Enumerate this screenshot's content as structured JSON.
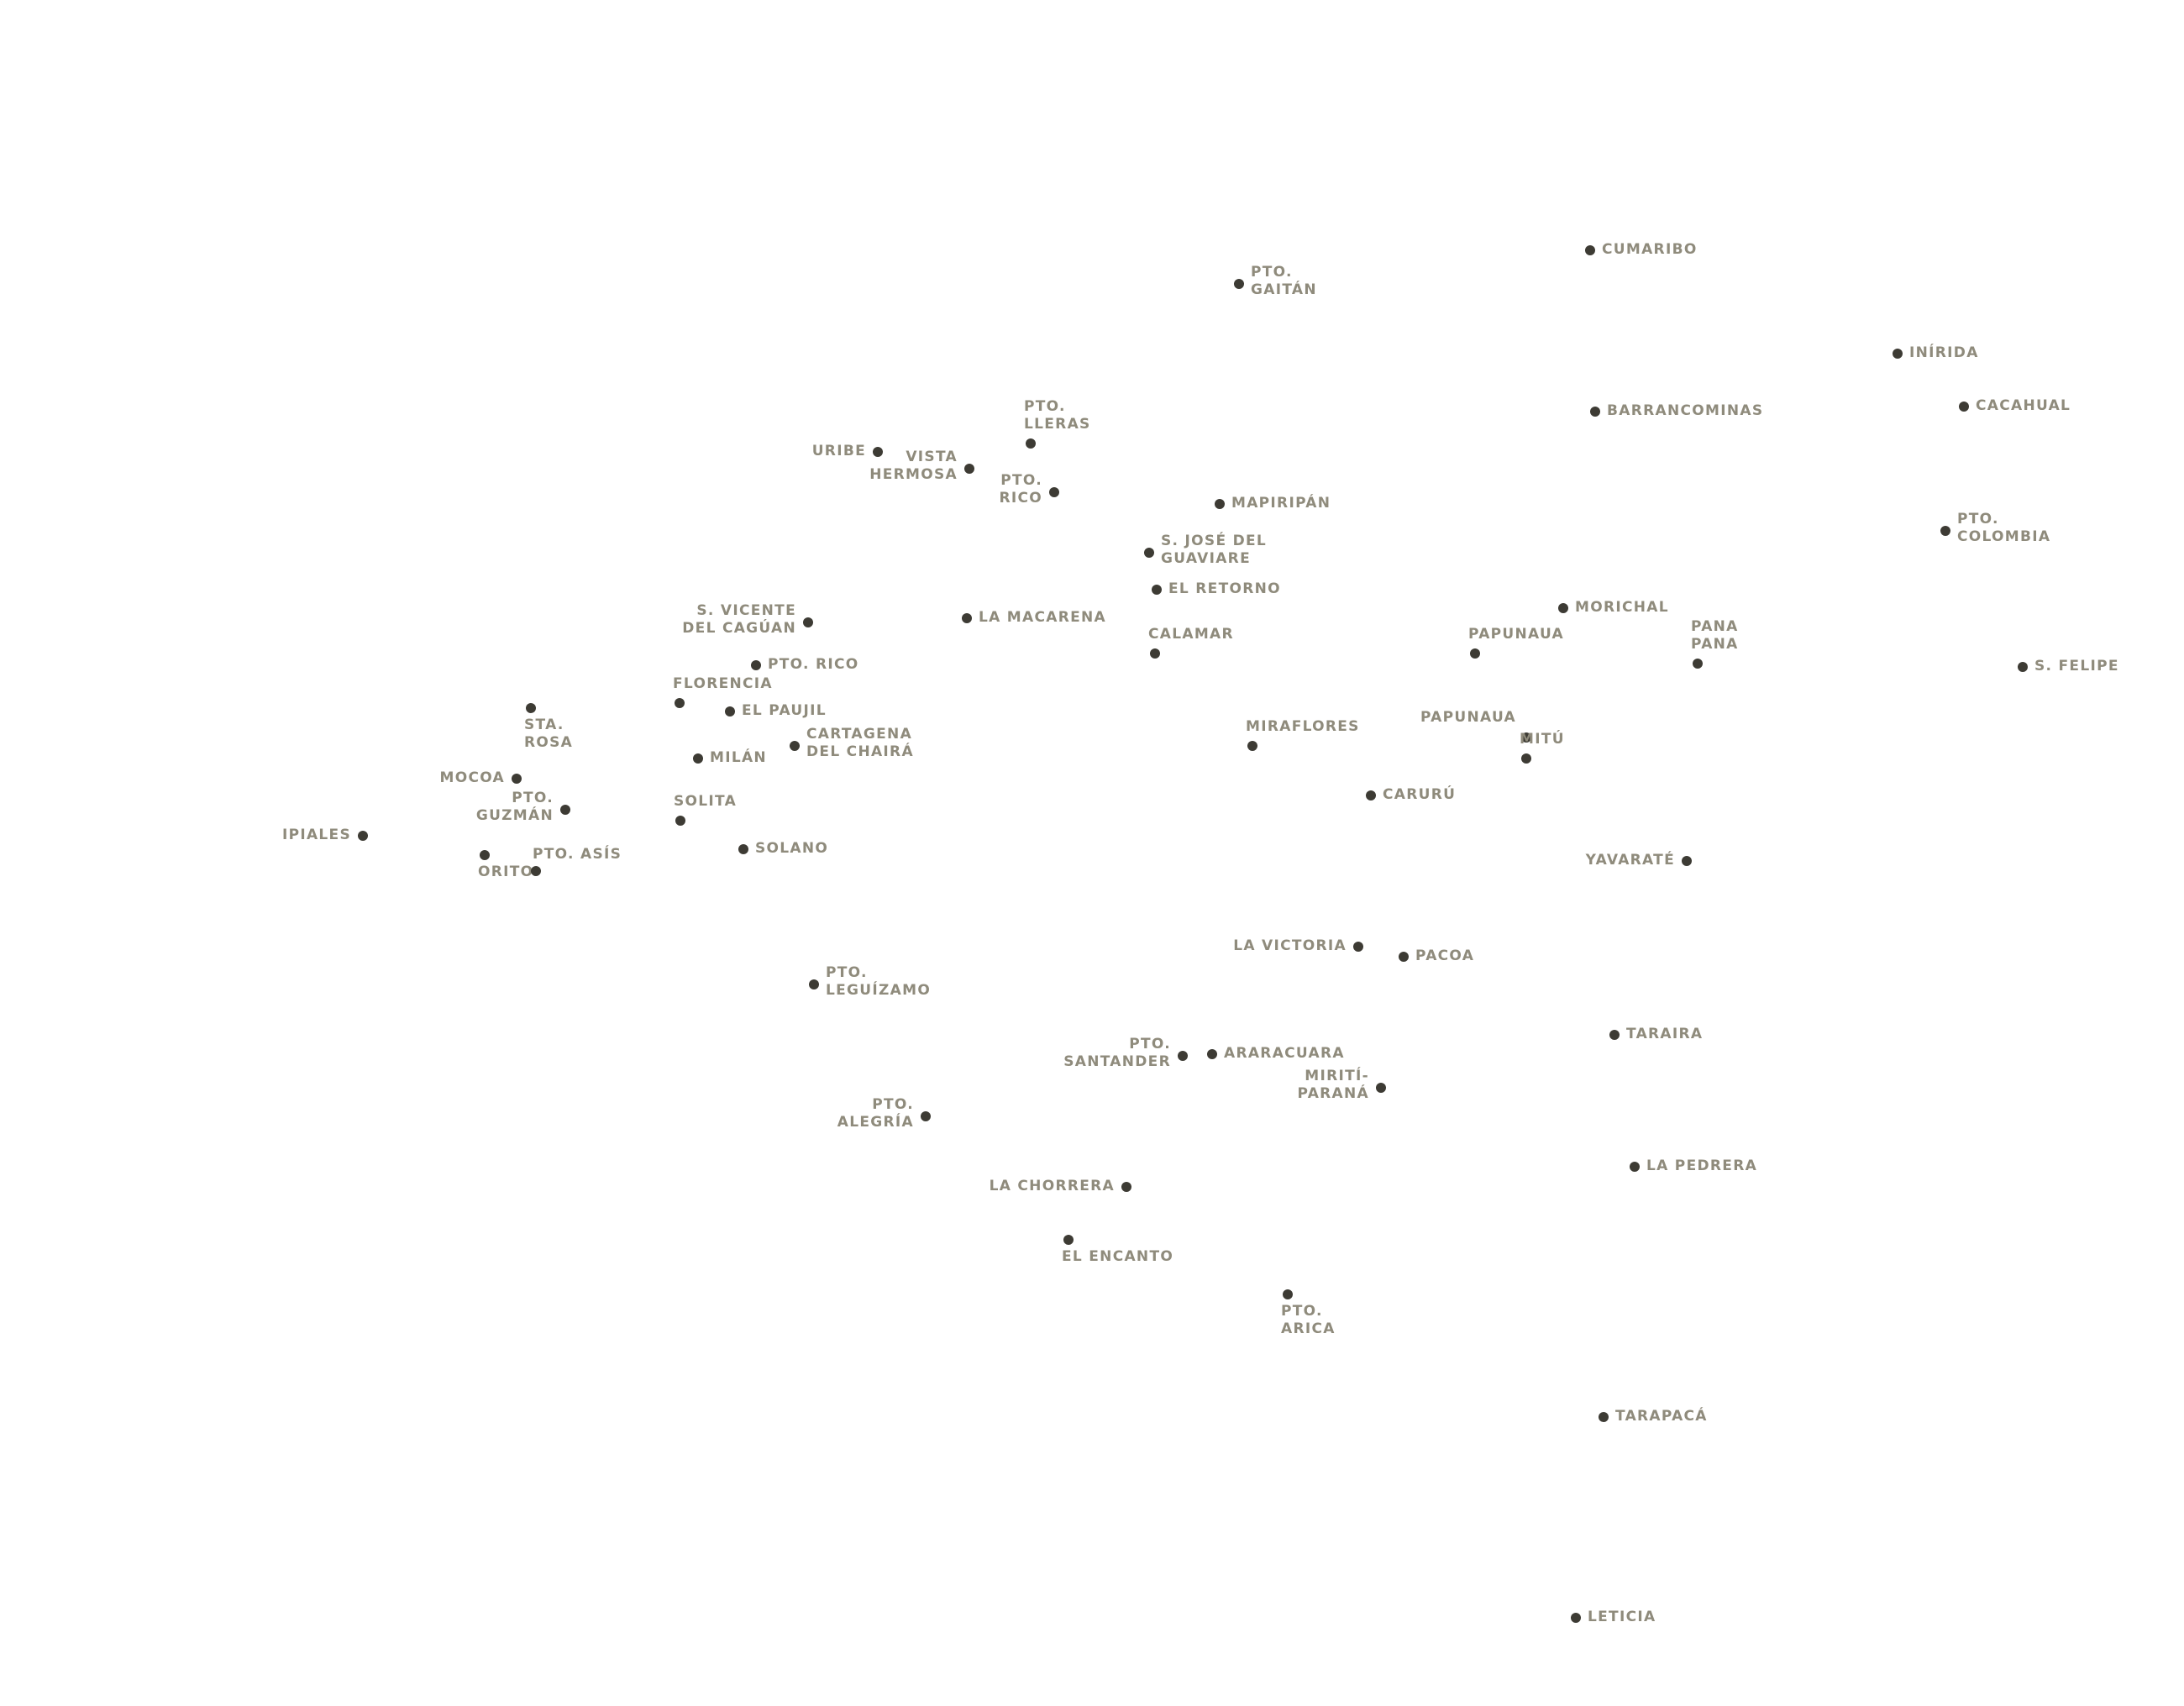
{
  "map": {
    "colors": {
      "dot": "#3d3b34",
      "label": "#8f8b7c",
      "background": "#ffffff"
    },
    "towns": [
      {
        "name": "CUMARIBO"
      },
      {
        "name": "PTO.\nGAITÁN"
      },
      {
        "name": "INÍRIDA"
      },
      {
        "name": "CACAHUAL"
      },
      {
        "name": "BARRANCOMINAS"
      },
      {
        "name": "PTO.\nLLERAS"
      },
      {
        "name": "VISTA\nHERMOSA"
      },
      {
        "name": "URIBE"
      },
      {
        "name": "PTO.\nRICO"
      },
      {
        "name": "MAPIRIPÁN"
      },
      {
        "name": "PTO.\nCOLOMBIA"
      },
      {
        "name": "S. JOSÉ DEL\nGUAVIARE"
      },
      {
        "name": "EL RETORNO"
      },
      {
        "name": "S. VICENTE\nDEL CAGÚAN"
      },
      {
        "name": "LA MACARENA"
      },
      {
        "name": "MORICHAL"
      },
      {
        "name": "CALAMAR"
      },
      {
        "name": "PAPUNAUA"
      },
      {
        "name": "PANA\nPANA"
      },
      {
        "name": "S. FELIPE"
      },
      {
        "name": "PTO. RICO"
      },
      {
        "name": "FLORENCIA"
      },
      {
        "name": "EL PAUJIL"
      },
      {
        "name": "STA.\nROSA"
      },
      {
        "name": "PAPUNAUA"
      },
      {
        "name": "MIRAFLORES"
      },
      {
        "name": "CARTAGENA\nDEL CHAIRÁ"
      },
      {
        "name": "MITÚ"
      },
      {
        "name": "MILÁN"
      },
      {
        "name": "MOCOA"
      },
      {
        "name": "CARURÚ"
      },
      {
        "name": "SOLITA"
      },
      {
        "name": "PTO.\nGUZMÁN"
      },
      {
        "name": "IPIALES"
      },
      {
        "name": "SOLANO"
      },
      {
        "name": "ORITO"
      },
      {
        "name": "PTO. ASÍS"
      },
      {
        "name": "YAVARATÉ"
      },
      {
        "name": "LA VICTORIA"
      },
      {
        "name": "PACOA"
      },
      {
        "name": "PTO.\nLEGUÍZAMO"
      },
      {
        "name": "TARAIRA"
      },
      {
        "name": "PTO.\nSANTANDER"
      },
      {
        "name": "ARARACUARA"
      },
      {
        "name": "MIRITÍ-\nPARANÁ"
      },
      {
        "name": "PTO.\nALEGRÍA"
      },
      {
        "name": "LA PEDRERA"
      },
      {
        "name": "LA CHORRERA"
      },
      {
        "name": "EL ENCANTO"
      },
      {
        "name": "PTO.\nARICA"
      },
      {
        "name": "TARAPACÁ"
      },
      {
        "name": "LETICIA"
      }
    ]
  }
}
